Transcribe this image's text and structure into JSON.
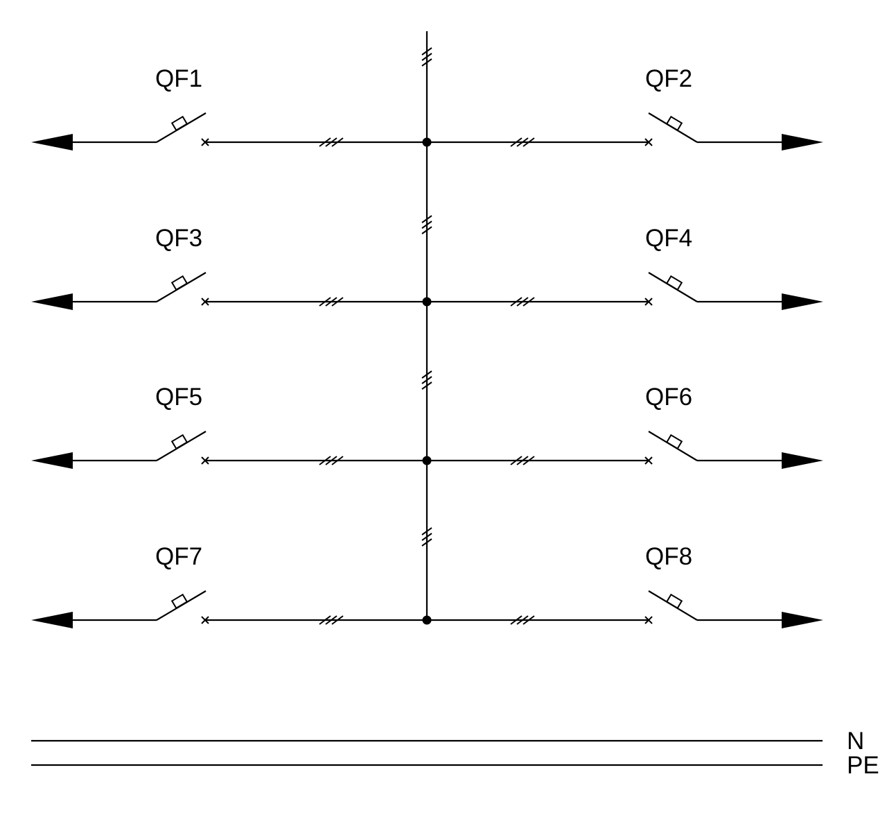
{
  "diagram": {
    "breakers": [
      {
        "label": "QF1",
        "side": "left"
      },
      {
        "label": "QF2",
        "side": "right"
      },
      {
        "label": "QF3",
        "side": "left"
      },
      {
        "label": "QF4",
        "side": "right"
      },
      {
        "label": "QF5",
        "side": "left"
      },
      {
        "label": "QF6",
        "side": "right"
      },
      {
        "label": "QF7",
        "side": "left"
      },
      {
        "label": "QF8",
        "side": "right"
      }
    ],
    "conductors": [
      {
        "label": "N"
      },
      {
        "label": "PE"
      }
    ],
    "colors": {
      "line": "#000000",
      "background": "#ffffff"
    }
  }
}
